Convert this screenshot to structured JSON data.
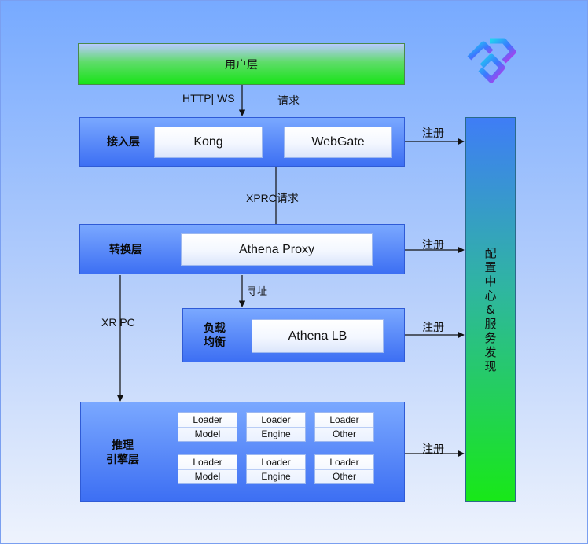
{
  "user_layer": {
    "label": "用户层"
  },
  "access_layer": {
    "label": "接入层",
    "kong": "Kong",
    "webgate": "WebGate"
  },
  "convert_layer": {
    "label": "转换层",
    "proxy": "Athena Proxy"
  },
  "lb_layer": {
    "label": "负载\n均衡",
    "lb": "Athena LB"
  },
  "engine_layer": {
    "label": "推理\n引擎层",
    "loaders": [
      {
        "top": "Loader",
        "bottom": "Model"
      },
      {
        "top": "Loader",
        "bottom": "Engine"
      },
      {
        "top": "Loader",
        "bottom": "Other"
      },
      {
        "top": "Loader",
        "bottom": "Model"
      },
      {
        "top": "Loader",
        "bottom": "Engine"
      },
      {
        "top": "Loader",
        "bottom": "Other"
      }
    ]
  },
  "config_center": {
    "label": "配置中心&服务发现"
  },
  "edges": {
    "http_ws": "HTTP| WS",
    "request": "请求",
    "xprc_request": "XPRC请求",
    "addressing": "寻址",
    "xrpc": "XR PC",
    "register": "注册"
  },
  "colors": {
    "green": "#22e022",
    "blue_layer": "#4a7cf5",
    "background": "#8fb6fd"
  }
}
